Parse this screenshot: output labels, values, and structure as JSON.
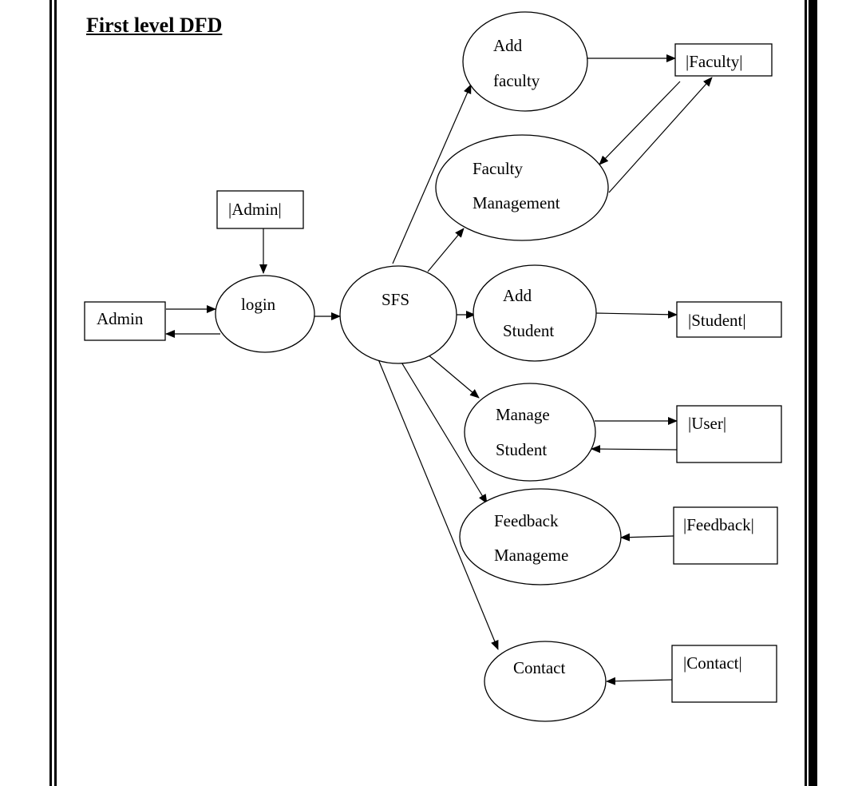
{
  "title": "First level DFD",
  "border_color": "#000000",
  "nodes": {
    "admin": "Admin",
    "admin_store": "|Admin|",
    "login": "login",
    "sfs": "SFS",
    "add_faculty": [
      "Add",
      "faculty"
    ],
    "faculty_management": [
      "Faculty",
      "Management"
    ],
    "add_student": [
      "Add",
      "Student"
    ],
    "manage_student": [
      "Manage",
      "Student"
    ],
    "feedback_management": [
      "Feedback",
      "Manageme"
    ],
    "contact": "Contact",
    "faculty_store": "|Faculty|",
    "student_store": "|Student|",
    "user_store": "|User|",
    "feedback_store": "|Feedback|",
    "contact_store": "|Contact|"
  }
}
